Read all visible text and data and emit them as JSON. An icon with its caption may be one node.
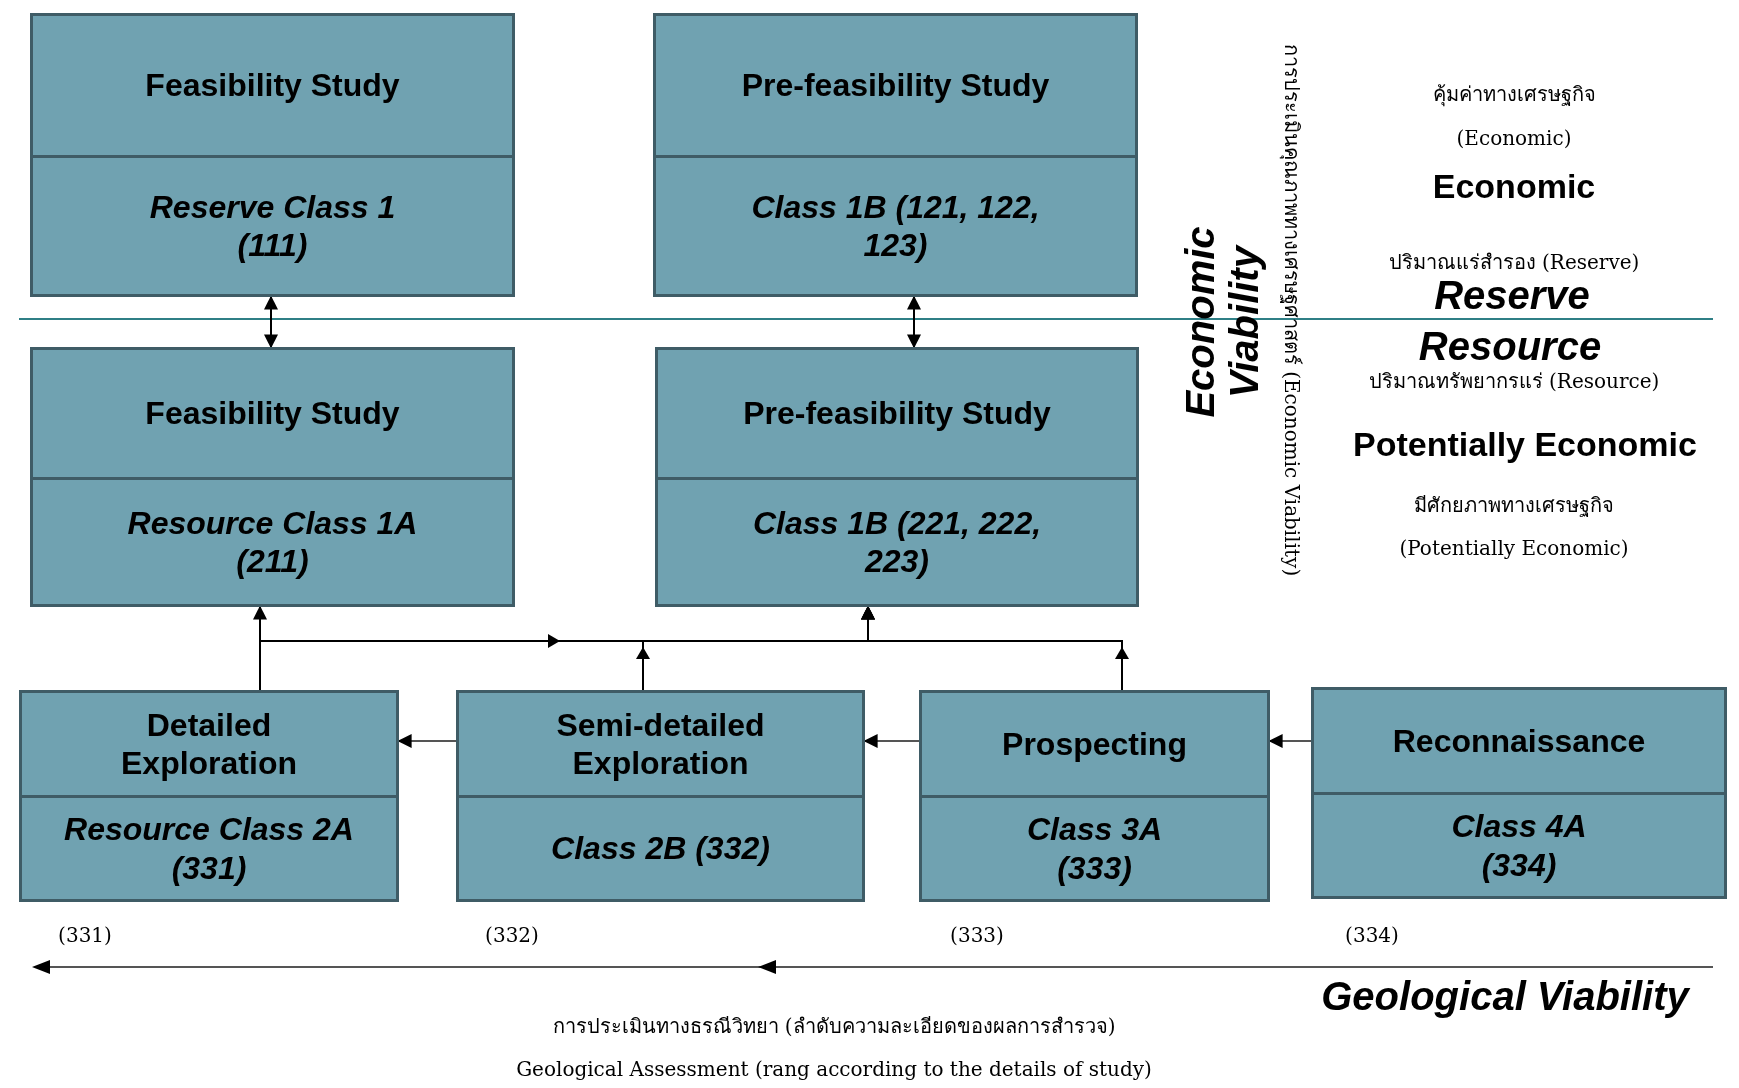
{
  "diagram": {
    "nodes": [
      {
        "text": [
          "Feasibility Study",
          "Reserve Class 1 (111)"
        ]
      },
      {
        "text": [
          "Pre-feasibility Study",
          "Class 1B (121, 122, 123)"
        ]
      },
      {
        "text": [
          "Feasibility Study",
          "Resource Class 1A (211)"
        ]
      },
      {
        "text": [
          "Pre-feasibility Study",
          "Class 1B (221, 222, 223)"
        ]
      },
      {
        "text": [
          "Detailed Exploration",
          "Resource Class 2A (331)"
        ]
      },
      {
        "text": [
          "Semi-detailed Exploration",
          "Class 2B (332)"
        ]
      },
      {
        "text": [
          "Prospecting",
          "Class 3A (333)"
        ]
      },
      {
        "text": [
          "Reconnaissance",
          "Class 4A (334)"
        ]
      }
    ],
    "edges": [
      {
        "from": 0,
        "to": 2,
        "arrow": "both"
      },
      {
        "from": 1,
        "to": 3,
        "arrow": "both"
      },
      {
        "from": 4,
        "to": 2,
        "arrow": "to"
      },
      {
        "from": 4,
        "to": 3,
        "arrow": "to"
      },
      {
        "from": 5,
        "to": 3,
        "arrow": "to"
      },
      {
        "from": 6,
        "to": 3,
        "arrow": "to"
      },
      {
        "from": 5,
        "to": 4,
        "arrow": "to"
      },
      {
        "from": 6,
        "to": 5,
        "arrow": "to"
      },
      {
        "from": 7,
        "to": 6,
        "arrow": "to"
      }
    ],
    "labels": [
      "คุ้มค่าทางเศรษฐกิจ",
      "(Economic)",
      "Economic",
      "ปริมาณแร่สำรอง (Reserve)",
      "Reserve",
      "Resource",
      "ปริมาณทรัพยากรแร่ (Resource)",
      "Potentially Economic",
      "มีศักยภาพทางเศรษฐกิจ",
      "(Potentially Economic)",
      "Economic Viability",
      "การประเมินคุณภาพทางเศรษฐศาสตร์ (Economic Viability)",
      "(331)",
      "(332)",
      "(333)",
      "(334)",
      "Geological Viability",
      "การประเมินทางธรณีวิทยา (ลำดับความละเอียดของผลการสำรวจ)",
      "Geological Assessment (rang according to the details of study)"
    ]
  }
}
